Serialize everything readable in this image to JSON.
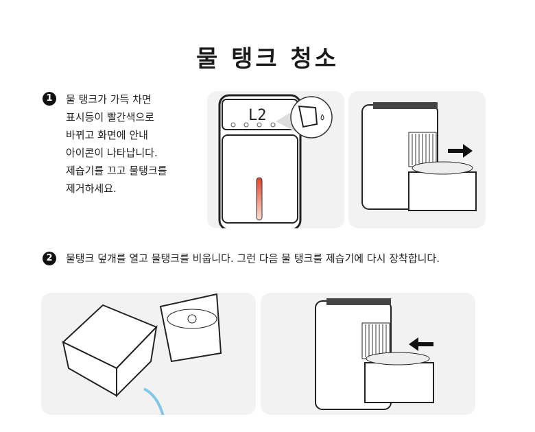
{
  "title": "물 탱크 청소",
  "steps": [
    {
      "number": "1",
      "text": "물 탱크가 가득 차면\n표시등이 빨간색으로\n바뀌고 화면에 안내\n아이콘이 나타납니다.\n제습기를 끄고 물탱크를\n제거하세요."
    },
    {
      "number": "2",
      "text": "물탱크 덮개를 열고 물탱크를 비웁니다. 그런 다음 물 탱크를 제습기에 다시 장착합니다."
    }
  ],
  "display": {
    "code": "L2"
  },
  "colors": {
    "indicator": "#e0452a",
    "panel": "#f2f2f2",
    "water": "#7fc6e8"
  }
}
